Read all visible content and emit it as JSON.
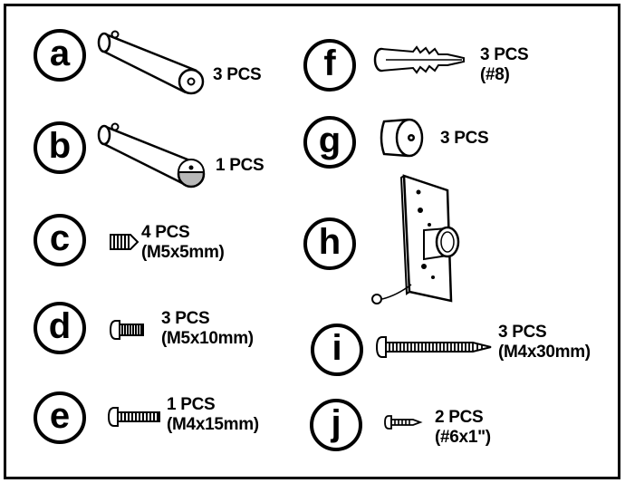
{
  "parts": [
    {
      "id": "a",
      "letter": "a",
      "qty": "3 PCS",
      "spec": ""
    },
    {
      "id": "b",
      "letter": "b",
      "qty": "1 PCS",
      "spec": ""
    },
    {
      "id": "c",
      "letter": "c",
      "qty": "4 PCS",
      "spec": "(M5x5mm)"
    },
    {
      "id": "d",
      "letter": "d",
      "qty": "3 PCS",
      "spec": "(M5x10mm)"
    },
    {
      "id": "e",
      "letter": "e",
      "qty": "1 PCS",
      "spec": "(M4x15mm)"
    },
    {
      "id": "f",
      "letter": "f",
      "qty": "3 PCS",
      "spec": "(#8)"
    },
    {
      "id": "g",
      "letter": "g",
      "qty": "3 PCS",
      "spec": ""
    },
    {
      "id": "h",
      "letter": "h",
      "qty": "",
      "spec": ""
    },
    {
      "id": "i",
      "letter": "i",
      "qty": "3 PCS",
      "spec": "(M4x30mm)"
    },
    {
      "id": "j",
      "letter": "j",
      "qty": "2 PCS",
      "spec": "(#6x1\")"
    }
  ],
  "colors": {
    "ink": "#000000",
    "shade": "#b8b8b8",
    "paper": "#ffffff"
  }
}
